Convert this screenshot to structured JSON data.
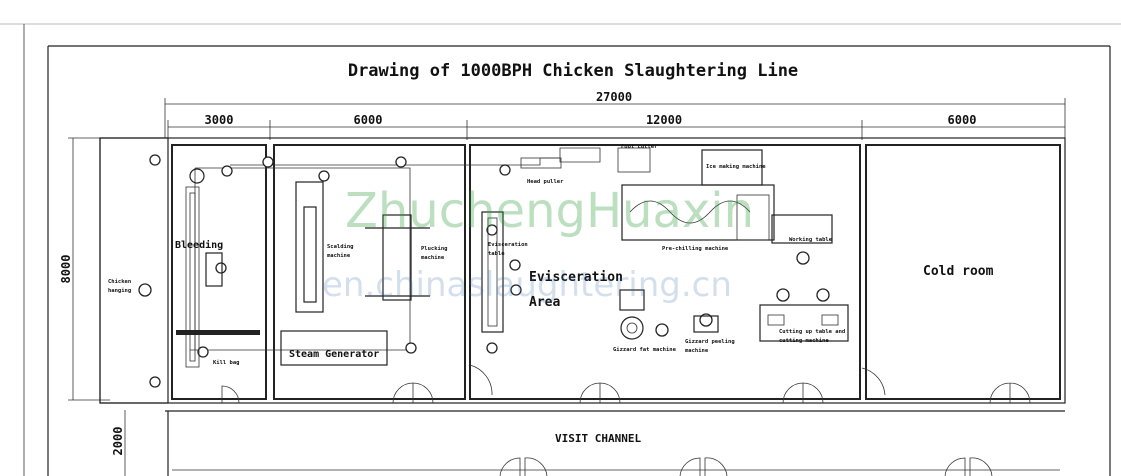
{
  "title": "Drawing of 1000BPH Chicken Slaughtering Line",
  "dimensions": {
    "total": "27000",
    "segment_1": "3000",
    "segment_2": "6000",
    "segment_3": "12000",
    "segment_4": "6000",
    "height": "8000",
    "channel": "2000"
  },
  "areas": {
    "bleeding": "Bleeding",
    "evisceration_line1": "Evisceration",
    "evisceration_line2": "Area",
    "cold_room": "Cold room",
    "steam_generator": "Steam  Generator",
    "visit_channel": "VISIT CHANNEL"
  },
  "machines": {
    "chicken_hanging_line1": "Chicken",
    "chicken_hanging_line2": "hanging",
    "kill_bag": "Kill bag",
    "scalding_line1": "Scalding",
    "scalding_line2": "machine",
    "plucking_line1": "Plucking",
    "plucking_line2": "machine",
    "evisceration_table_line1": "Evisceration",
    "evisceration_table_line2": "table",
    "head_puller": "Head puller",
    "foot_cutter": "Foot cutter",
    "ice_making": "Ice making machine",
    "pre_chilling": "Pre-chilling machine",
    "working_table": "Working table",
    "gizzard_fat": "Gizzard fat machine",
    "gizzard_peeling_line1": "Gizzard peeling",
    "gizzard_peeling_line2": "machine",
    "cutting_table_line1": "Cutting up table and",
    "cutting_table_line2": "cutting machine"
  },
  "watermark": {
    "line1": "ZhuchengHuaxin",
    "line2": "en.chinaslaughtering.cn"
  }
}
